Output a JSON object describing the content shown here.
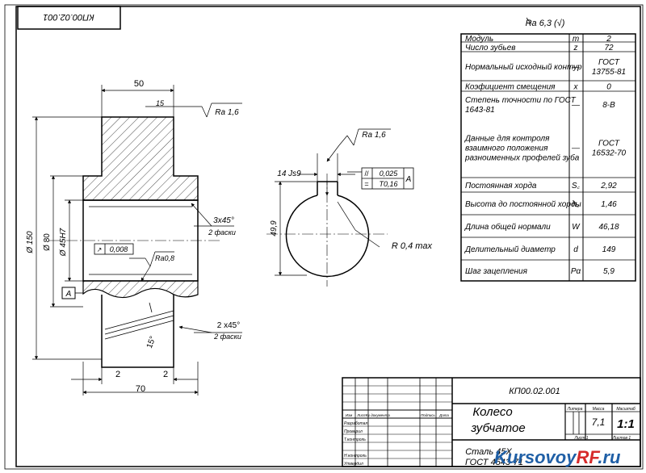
{
  "corner_code": "КП00.02.001",
  "surface_roughness": "Ra 6,3 (√)",
  "param_table": [
    {
      "name": "Модуль",
      "sym": "m",
      "val": "2"
    },
    {
      "name": "Число зубьев",
      "sym": "z",
      "val": "72"
    },
    {
      "name": "Нормальный исходный контур",
      "sym": "—",
      "val": "ГОСТ 13755-81"
    },
    {
      "name": "Коэфициент смещения",
      "sym": "x",
      "val": "0"
    },
    {
      "name": "Степень точности по ГОСТ 1643-81",
      "sym": "—",
      "val": "8-В"
    },
    {
      "name": "Данные для контроля взаимного положения разноименных профелей зуба",
      "sym": "—",
      "val": "ГОСТ 16532-70"
    },
    {
      "name": "Постоянная хорда",
      "sym": "S꜀",
      "val": "2,92"
    },
    {
      "name": "Высота до постоянной хорды",
      "sym": "h꜀",
      "val": "1,46"
    },
    {
      "name": "Длина общей нормали",
      "sym": "W",
      "val": "46,18"
    },
    {
      "name": "Делительный диаметр",
      "sym": "d",
      "val": "149"
    },
    {
      "name": "Шаг зацепления",
      "sym": "Pα",
      "val": "5,9"
    }
  ],
  "dims": {
    "top_width": "50",
    "chamfer_angle": "15",
    "ra_top": "Ra 1,6",
    "chamfer_right_a": "3x45°",
    "chamfer_right_a_note": "2 фаски",
    "dia_outer": "Ø 150",
    "dia_bore": "Ø 80",
    "dia_hole": "Ø 45H7",
    "runout": "0,008",
    "ra_bore": "Ra0,8",
    "datum": "A",
    "chamfer_right_b": "2 x45°",
    "chamfer_right_b_note": "2 фаски",
    "helix_angle": "15°",
    "step_left": "2",
    "step_right": "2",
    "total_width": "70"
  },
  "keyway": {
    "ra": "Ra 1,6",
    "width": "14 Js9",
    "tol_a": "0,025",
    "tol_b": "T0,16",
    "tol_datum": "A",
    "depth": "49,9",
    "radius": "R 0,4 max"
  },
  "title_block": {
    "code": "КП00.02.001",
    "name_line1": "Колесо",
    "name_line2": "зубчатое",
    "material_line1": "Сталь 45Х",
    "material_line2": "ГОСТ 4543-71",
    "mass": "7,1",
    "scale": "1:1",
    "col_litera": "Литера",
    "col_mass": "Масса",
    "col_scale": "Масштаб",
    "sheet": "Лист 1",
    "sheets": "Листов 1",
    "row_labels": [
      "Изм",
      "Лист",
      "№ документа",
      "Подпись",
      "Дата"
    ],
    "side_labels": [
      "Разработал",
      "Проверил",
      "Т.контроль",
      "Н.контроль",
      "Утвердил"
    ]
  },
  "watermark": {
    "text_a": "Kursovoy",
    "text_b": "RF",
    "text_c": ".ru"
  }
}
